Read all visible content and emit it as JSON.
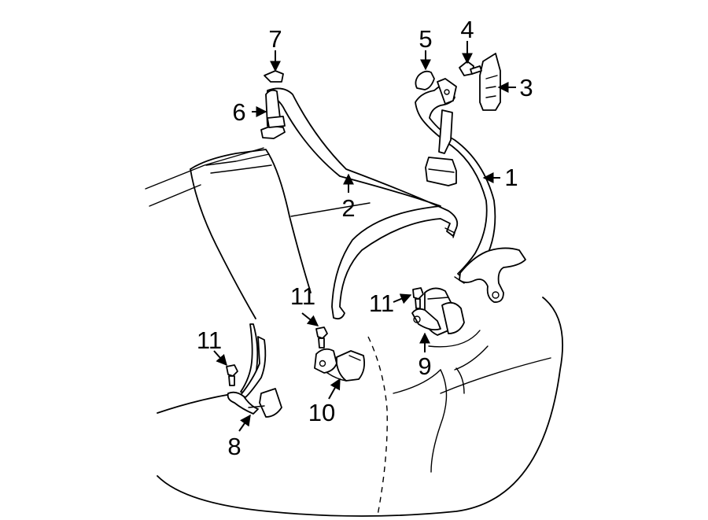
{
  "callouts": {
    "c1": "1",
    "c2": "2",
    "c3": "3",
    "c4": "4",
    "c5": "5",
    "c6": "6",
    "c7": "7",
    "c8": "8",
    "c9": "9",
    "c10": "10",
    "c11a": "11",
    "c11b": "11",
    "c11c": "11"
  }
}
